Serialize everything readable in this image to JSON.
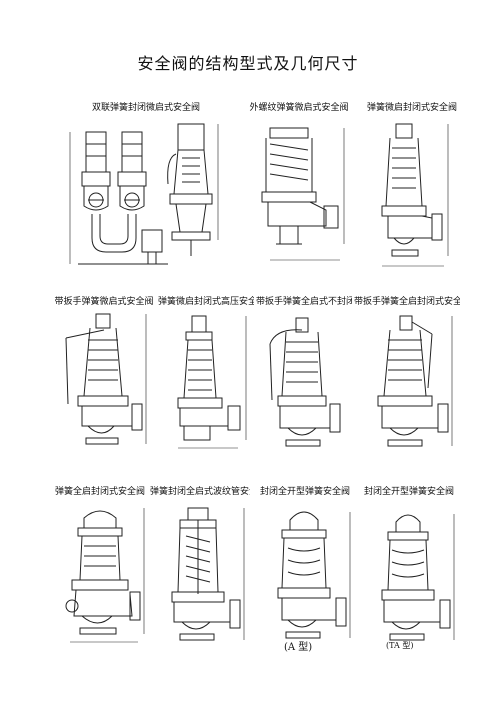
{
  "title": "安全阀的结构型式及几何尺寸",
  "figures": [
    {
      "caption": "双联弹簧封闭微启式安全阀",
      "icon": "twin-valve-drawing"
    },
    {
      "caption": "外螺纹弹簧微启式安全阀",
      "icon": "threaded-valve-drawing"
    },
    {
      "caption": "弹簧微启封闭式安全阀",
      "icon": "flanged-valve-drawing"
    },
    {
      "caption": "带扳手弹簧微启式安全阀",
      "icon": "lever-valve-drawing"
    },
    {
      "caption": "弹簧微启封闭式高压安全阀",
      "icon": "high-pressure-valve-drawing"
    },
    {
      "caption": "带扳手弹簧全启式不封闭安全阀",
      "icon": "open-lever-valve-drawing"
    },
    {
      "caption": "带扳手弹簧全启封闭式安全阀",
      "icon": "closed-lever-valve-drawing"
    },
    {
      "caption": "弹簧全启封闭式安全阀",
      "icon": "full-lift-valve-drawing"
    },
    {
      "caption": "弹簧封闭全启式波纹管安全阀",
      "icon": "bellows-valve-drawing"
    },
    {
      "caption": "封闭全开型弹簧安全阀",
      "icon": "full-open-valve-a-drawing",
      "subcaption": "(A 型)"
    },
    {
      "caption": "封闭全开型弹簧安全阀",
      "icon": "full-open-valve-ta-drawing",
      "subcaption": "(TA 型)"
    }
  ]
}
